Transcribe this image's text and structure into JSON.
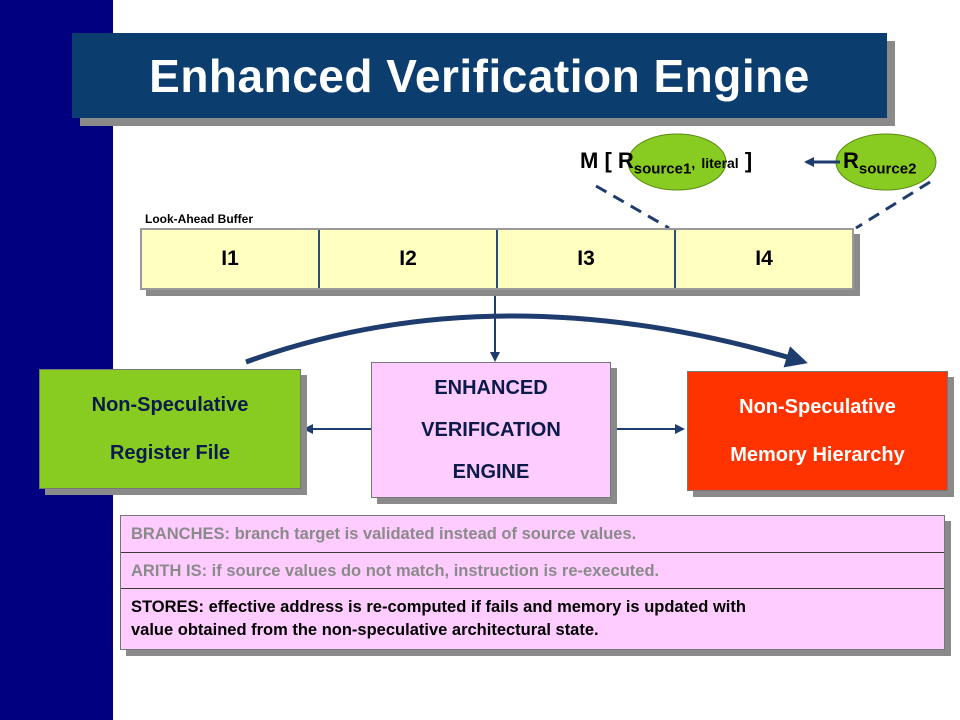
{
  "slide": {
    "title": "Enhanced Verification Engine",
    "buffer_label": "Look-Ahead Buffer",
    "buffer_cells": [
      "I1",
      "I2",
      "I3",
      "I4"
    ],
    "formula": {
      "m_open": "M [",
      "r": "R",
      "sub1": "source1",
      "comma": ",",
      "literal": "literal",
      "close": "]",
      "sub2": "source2"
    },
    "register_file": [
      "Non-Speculative",
      "Register File"
    ],
    "engine": [
      "ENHANCED",
      "VERIFICATION",
      "ENGINE"
    ],
    "memory": [
      "Non-Speculative",
      "Memory Hierarchy"
    ],
    "notes": {
      "branches": "BRANCHES:  branch target is validated instead of source values.",
      "arith": "ARITH IS:  if source values do not match, instruction is re-executed.",
      "stores_1": "STORES:  effective address is re-computed if fails and memory is updated with",
      "stores_2": "value obtained from the non-speculative architectural state."
    }
  },
  "colors": {
    "sidebar": "#000080",
    "title_bg": "#0b3d6e",
    "buffer_bg": "#ffffc0",
    "register_bg": "#88cc22",
    "engine_bg": "#ffccff",
    "memory_bg": "#ff3300",
    "ellipse": "#88cc22",
    "arrow": "#1f3c6e"
  }
}
